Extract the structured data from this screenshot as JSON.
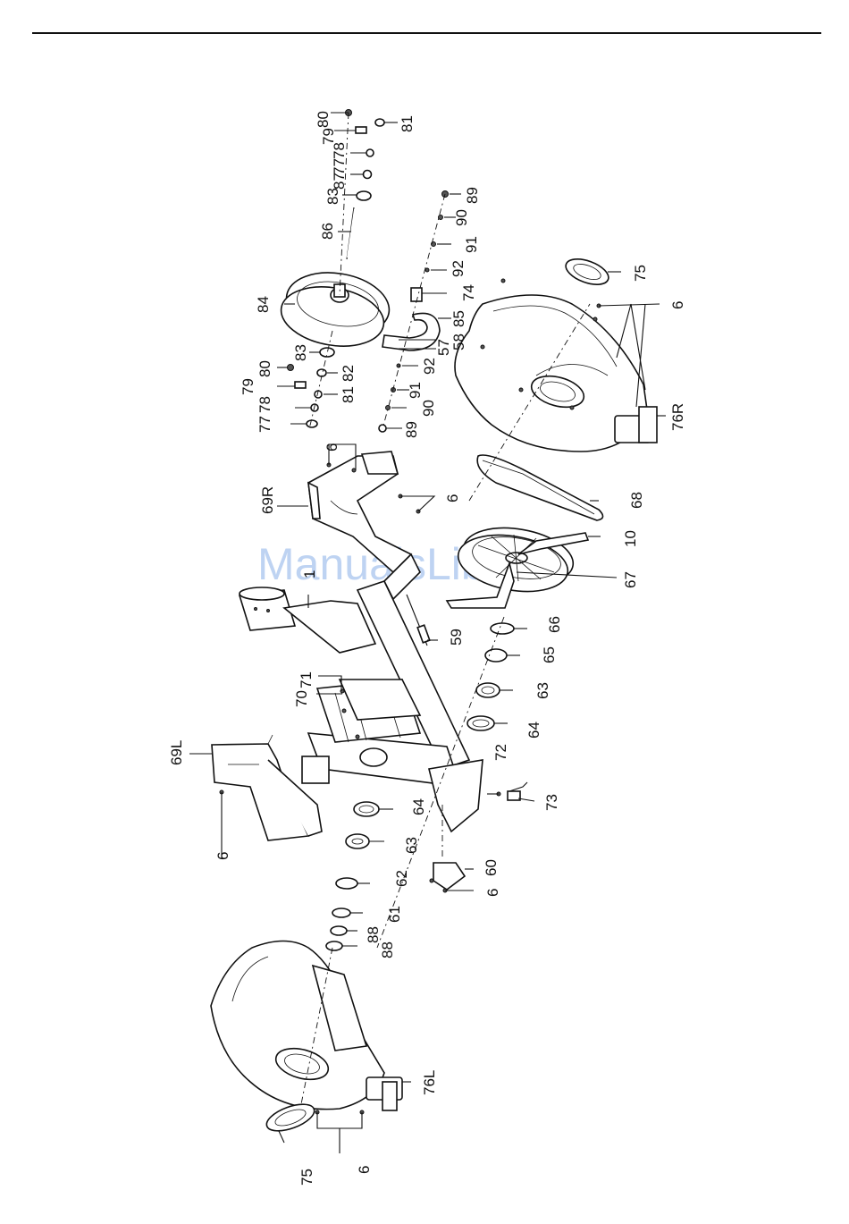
{
  "page": {
    "watermark": "ManualsLib.de",
    "rule_color": "#111111"
  },
  "part_labels": [
    {
      "id": "80a",
      "text": "80"
    },
    {
      "id": "79a",
      "text": "79"
    },
    {
      "id": "78a",
      "text": "78"
    },
    {
      "id": "77a",
      "text": "77"
    },
    {
      "id": "87",
      "text": "87"
    },
    {
      "id": "83a",
      "text": "83"
    },
    {
      "id": "86",
      "text": "86"
    },
    {
      "id": "81a",
      "text": "81"
    },
    {
      "id": "84",
      "text": "84"
    },
    {
      "id": "83b",
      "text": "83"
    },
    {
      "id": "82",
      "text": "82"
    },
    {
      "id": "80b",
      "text": "80"
    },
    {
      "id": "79b",
      "text": "79"
    },
    {
      "id": "78b",
      "text": "78"
    },
    {
      "id": "77b",
      "text": "77"
    },
    {
      "id": "81b",
      "text": "81"
    },
    {
      "id": "89a",
      "text": "89"
    },
    {
      "id": "90a",
      "text": "90"
    },
    {
      "id": "91a",
      "text": "91"
    },
    {
      "id": "92a",
      "text": "92"
    },
    {
      "id": "74",
      "text": "74"
    },
    {
      "id": "85",
      "text": "85"
    },
    {
      "id": "58",
      "text": "58"
    },
    {
      "id": "57",
      "text": "57"
    },
    {
      "id": "92b",
      "text": "92"
    },
    {
      "id": "91b",
      "text": "91"
    },
    {
      "id": "90b",
      "text": "90"
    },
    {
      "id": "89b",
      "text": "89"
    },
    {
      "id": "75a",
      "text": "75"
    },
    {
      "id": "6a",
      "text": "6"
    },
    {
      "id": "76R",
      "text": "76R"
    },
    {
      "id": "69R",
      "text": "69R"
    },
    {
      "id": "6b",
      "text": "6"
    },
    {
      "id": "6c",
      "text": "6"
    },
    {
      "id": "68",
      "text": "68"
    },
    {
      "id": "10",
      "text": "10"
    },
    {
      "id": "67",
      "text": "67"
    },
    {
      "id": "1",
      "text": "1"
    },
    {
      "id": "59",
      "text": "59"
    },
    {
      "id": "66",
      "text": "66"
    },
    {
      "id": "65",
      "text": "65"
    },
    {
      "id": "63a",
      "text": "63"
    },
    {
      "id": "64a",
      "text": "64"
    },
    {
      "id": "70",
      "text": "70"
    },
    {
      "id": "71",
      "text": "71"
    },
    {
      "id": "72",
      "text": "72"
    },
    {
      "id": "73",
      "text": "73"
    },
    {
      "id": "69L",
      "text": "69L"
    },
    {
      "id": "6d",
      "text": "6"
    },
    {
      "id": "64b",
      "text": "64"
    },
    {
      "id": "63b",
      "text": "63"
    },
    {
      "id": "62",
      "text": "62"
    },
    {
      "id": "60",
      "text": "60"
    },
    {
      "id": "6e",
      "text": "6"
    },
    {
      "id": "61",
      "text": "61"
    },
    {
      "id": "88a",
      "text": "88"
    },
    {
      "id": "88b",
      "text": "88"
    },
    {
      "id": "76L",
      "text": "76L"
    },
    {
      "id": "75b",
      "text": "75"
    },
    {
      "id": "6f",
      "text": "6"
    }
  ]
}
